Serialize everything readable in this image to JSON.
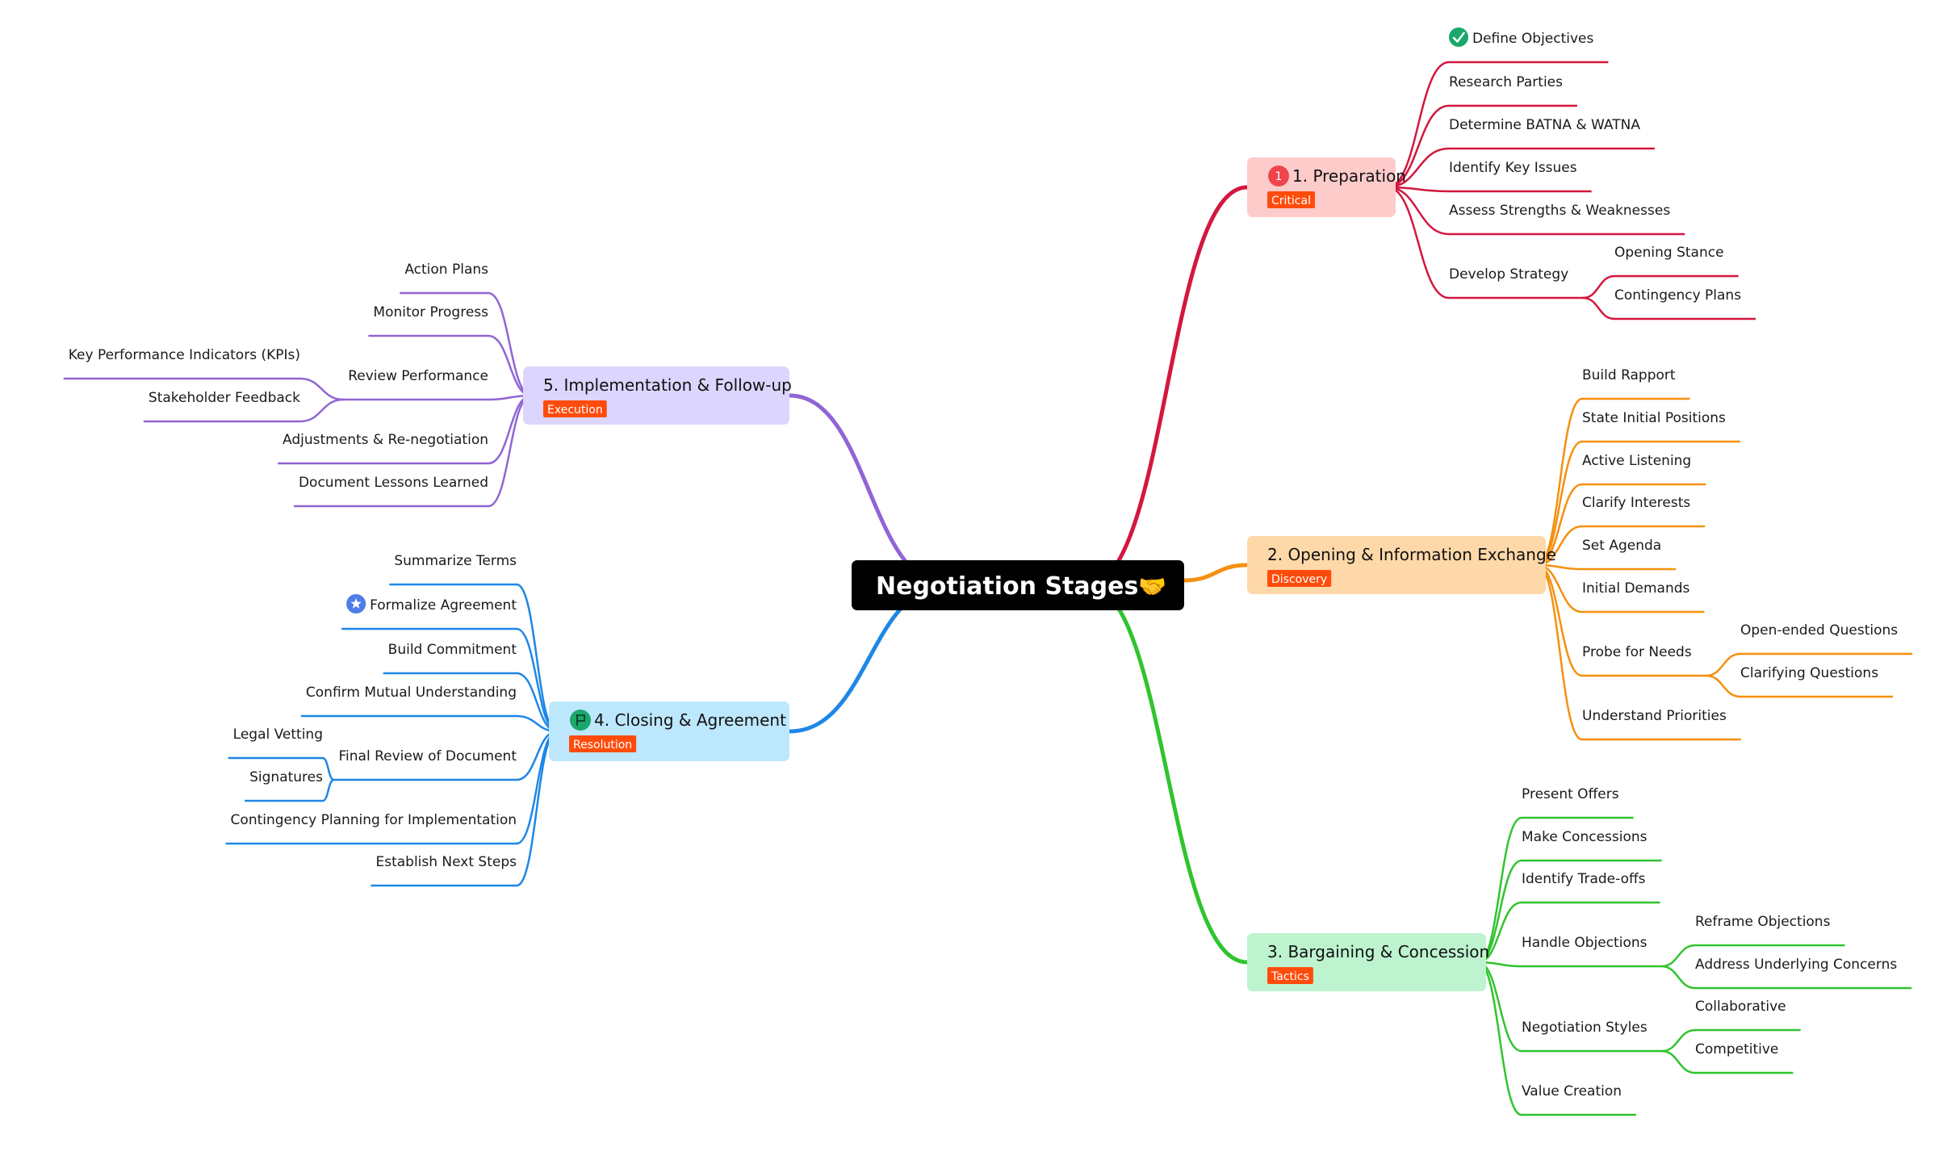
{
  "root": {
    "label": "Negotiation Stages",
    "emoji": "🤝"
  },
  "tag_color": "#ff4c0c",
  "branches": [
    {
      "key": "prep",
      "label": "1. Preparation",
      "tag": "Critical",
      "color": "#d3173f",
      "fill": "#fecbcb",
      "badge": "1",
      "children": [
        {
          "label": "Define Objectives",
          "icon": "check-icon"
        },
        {
          "label": "Research Parties"
        },
        {
          "label": "Determine BATNA & WATNA"
        },
        {
          "label": "Identify Key Issues"
        },
        {
          "label": "Assess Strengths & Weaknesses"
        },
        {
          "label": "Develop Strategy",
          "children": [
            {
              "label": "Opening Stance"
            },
            {
              "label": "Contingency Plans"
            }
          ]
        }
      ]
    },
    {
      "key": "open",
      "label": "2. Opening & Information Exchange",
      "tag": "Discovery",
      "color": "#f5900f",
      "fill": "#fed8a8",
      "children": [
        {
          "label": "Build Rapport"
        },
        {
          "label": "State Initial Positions"
        },
        {
          "label": "Active Listening"
        },
        {
          "label": "Clarify Interests"
        },
        {
          "label": "Set Agenda"
        },
        {
          "label": "Initial Demands"
        },
        {
          "label": "Probe for Needs",
          "children": [
            {
              "label": "Open-ended Questions"
            },
            {
              "label": "Clarifying Questions"
            }
          ]
        },
        {
          "label": "Understand Priorities"
        }
      ]
    },
    {
      "key": "barg",
      "label": "3. Bargaining & Concession",
      "tag": "Tactics",
      "color": "#30c42e",
      "fill": "#bdf4cf",
      "children": [
        {
          "label": "Present Offers"
        },
        {
          "label": "Make Concessions"
        },
        {
          "label": "Identify Trade-offs"
        },
        {
          "label": "Handle Objections",
          "children": [
            {
              "label": "Reframe Objections"
            },
            {
              "label": "Address Underlying Concerns"
            }
          ]
        },
        {
          "label": "Negotiation Styles",
          "children": [
            {
              "label": "Collaborative"
            },
            {
              "label": "Competitive"
            }
          ]
        },
        {
          "label": "Value Creation"
        }
      ]
    },
    {
      "key": "close",
      "label": "4. Closing & Agreement",
      "tag": "Resolution",
      "color": "#1e87e6",
      "fill": "#bde7fd",
      "badge_icon": "flag-icon",
      "children": [
        {
          "label": "Summarize Terms"
        },
        {
          "label": "Formalize Agreement",
          "icon": "star-icon"
        },
        {
          "label": "Build Commitment"
        },
        {
          "label": "Confirm Mutual Understanding"
        },
        {
          "label": "Final Review of Document",
          "children": [
            {
              "label": "Legal Vetting"
            },
            {
              "label": "Signatures"
            }
          ]
        },
        {
          "label": "Contingency Planning for Implementation"
        },
        {
          "label": "Establish Next Steps"
        }
      ]
    },
    {
      "key": "impl",
      "label": "5. Implementation & Follow-up",
      "tag": "Execution",
      "color": "#9065d4",
      "fill": "#dcd5fd",
      "children": [
        {
          "label": "Action Plans"
        },
        {
          "label": "Monitor Progress"
        },
        {
          "label": "Review Performance",
          "children": [
            {
              "label": "Key Performance Indicators (KPIs)"
            },
            {
              "label": "Stakeholder Feedback"
            }
          ]
        },
        {
          "label": "Adjustments & Re-negotiation"
        },
        {
          "label": "Document Lessons Learned"
        }
      ]
    }
  ]
}
